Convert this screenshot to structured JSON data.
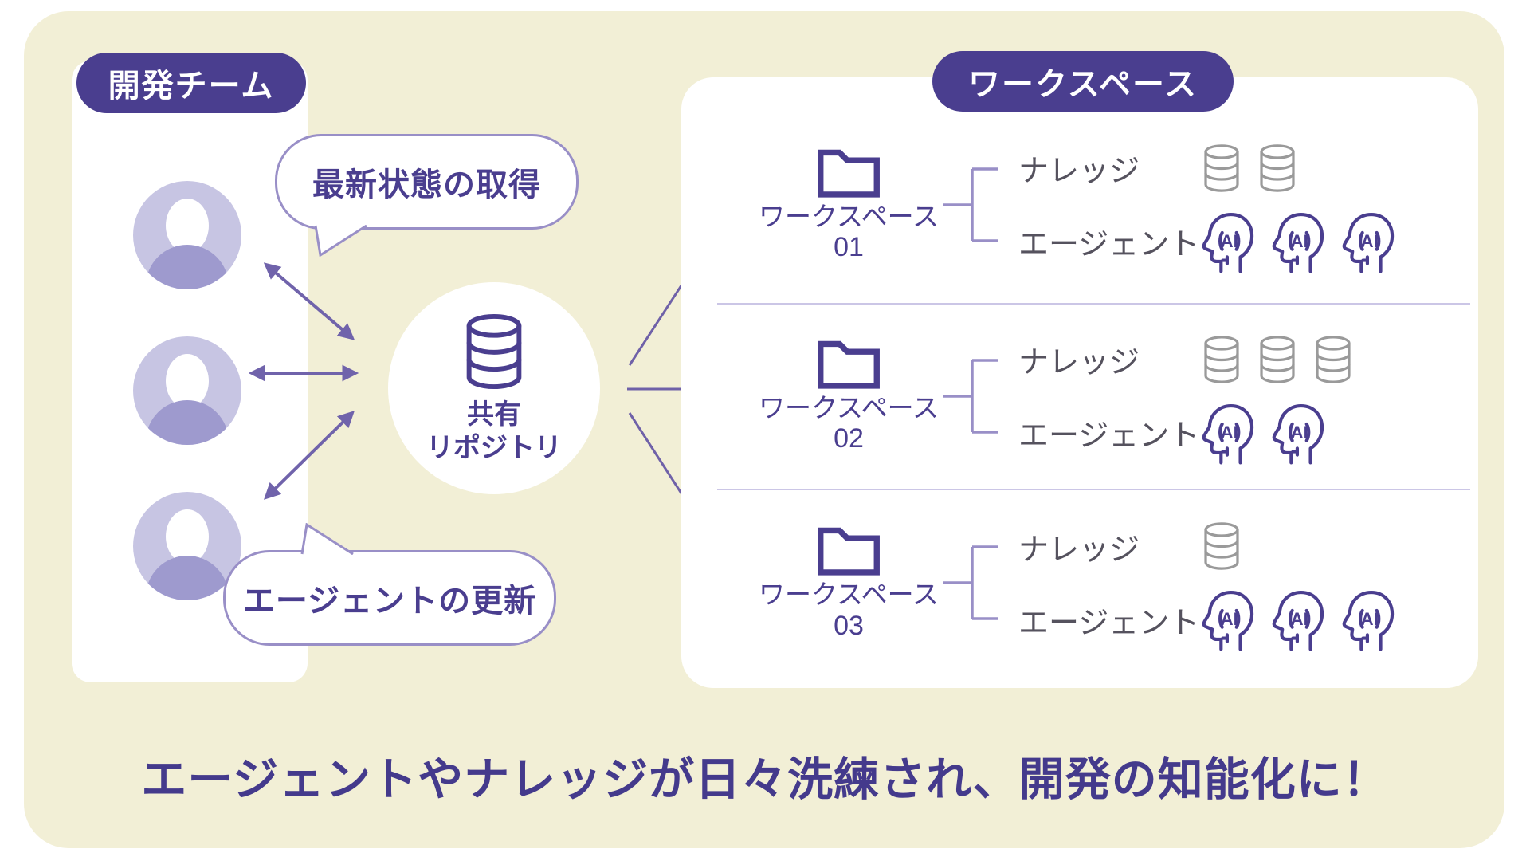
{
  "colors": {
    "card_bg": "#f2efd6",
    "panel_bg": "#ffffff",
    "primary_purple": "#4a3e8f",
    "arrow_purple": "#7063ab",
    "line_light_purple": "#998fc7",
    "divider": "#cbc6e6",
    "gray_text": "#55525e",
    "gray_icon": "#9a9a9a",
    "avatar_bg": "#c7c5e3",
    "avatar_body": "#9e9ace"
  },
  "dev_team": {
    "badge_label": "開発チーム",
    "member_count": 3
  },
  "speech_bubbles": {
    "top": "最新状態の取得",
    "bottom": "エージェントの更新"
  },
  "repository": {
    "line1": "共有",
    "line2": "リポジトリ"
  },
  "workspaces": {
    "badge_label": "ワークスペース",
    "rows": [
      {
        "label": "ワークスペース",
        "number": "01",
        "knowledge_label": "ナレッジ",
        "agents_label": "エージェント",
        "knowledge_count": 2,
        "agents_count": 3
      },
      {
        "label": "ワークスペース",
        "number": "02",
        "knowledge_label": "ナレッジ",
        "agents_label": "エージェント",
        "knowledge_count": 3,
        "agents_count": 2
      },
      {
        "label": "ワークスペース",
        "number": "03",
        "knowledge_label": "ナレッジ",
        "agents_label": "エージェント",
        "knowledge_count": 1,
        "agents_count": 3
      }
    ]
  },
  "ai_icon_text": "AI",
  "headline": "エージェントやナレッジが日々洗練され、開発の知能化に！"
}
